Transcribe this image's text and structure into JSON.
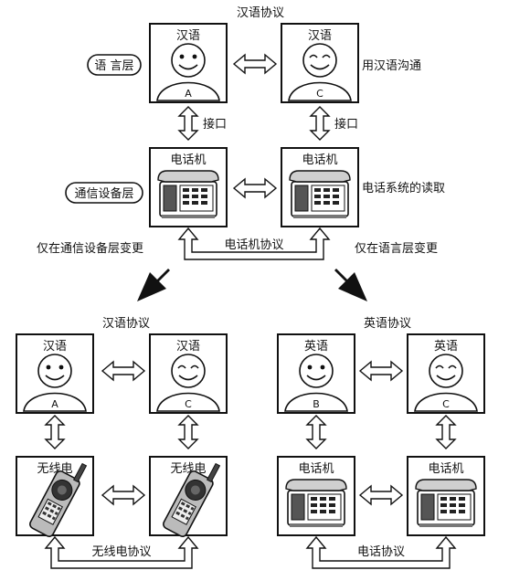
{
  "top": {
    "protocol_title": "汉语协议",
    "person_a": {
      "lang": "汉语",
      "id": "A"
    },
    "person_c": {
      "lang": "汉语",
      "id": "C"
    },
    "communicate_note": "用汉语沟通",
    "interface_left": "接口",
    "interface_right": "接口",
    "phone_left": "电话机",
    "phone_right": "电话机",
    "layer_language": "语 言层",
    "layer_device": "通信设备层",
    "phone_note": "电话系统的读取",
    "phone_protocol": "电话机协议"
  },
  "captions": {
    "left": "仅在通信设备层变更",
    "right": "仅在语言层变更"
  },
  "bottom_left": {
    "protocol_title": "汉语协议",
    "person_a": {
      "lang": "汉语",
      "id": "A"
    },
    "person_c": {
      "lang": "汉语",
      "id": "C"
    },
    "device_left": "无线电",
    "device_right": "无线电",
    "device_protocol": "无线电协议"
  },
  "bottom_right": {
    "protocol_title": "英语协议",
    "person_b": {
      "lang": "英语",
      "id": "B"
    },
    "person_c": {
      "lang": "英语",
      "id": "C"
    },
    "device_left": "电话机",
    "device_right": "电话机",
    "device_protocol": "电话协议"
  }
}
